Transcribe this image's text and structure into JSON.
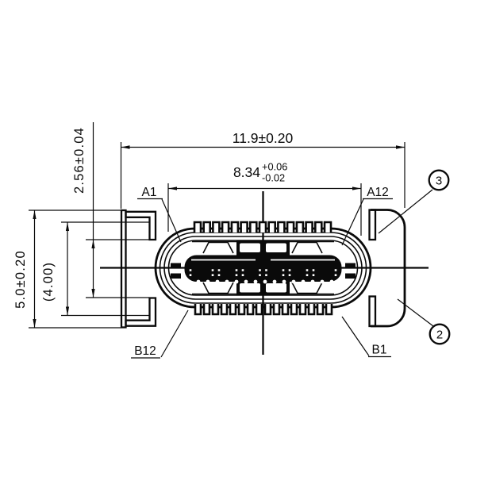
{
  "colors": {
    "line": "#0a0a0a",
    "background": "#ffffff"
  },
  "dims": {
    "overall_width": "11.9±0.20",
    "contact_span": "8.34",
    "contact_span_tol_up": "+0.06",
    "contact_span_tol_dn": "-0.02",
    "row_pitch": "2.56±0.04",
    "overall_height": "5.0±0.20",
    "ref_height": "(4.00)"
  },
  "pins": {
    "a1": "A1",
    "a12": "A12",
    "b12": "B12",
    "b1": "B1"
  },
  "callouts": {
    "item3": "3",
    "item2": "2"
  }
}
